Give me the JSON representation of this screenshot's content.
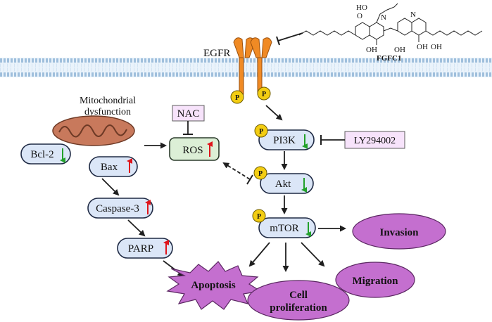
{
  "receptor": {
    "label": "EGFR"
  },
  "drug": {
    "label": "FGFC1",
    "atom_ho": "HO",
    "atom_o": "O",
    "atom_n": "N",
    "atom_oh": "OH"
  },
  "phospho_label": "P",
  "mito": {
    "line1": "Mitochondrial",
    "line2": "dysfunction"
  },
  "inhibitors": {
    "nac": "NAC",
    "ly": "LY294002"
  },
  "nodes": {
    "ros": "ROS",
    "bcl2": "Bcl-2",
    "bax": "Bax",
    "caspase3": "Caspase-3",
    "parp": "PARP",
    "pi3k": "PI3K",
    "akt": "Akt",
    "mtor": "mTOR"
  },
  "outcomes": {
    "apoptosis": "Apoptosis",
    "cell_line1": "Cell",
    "cell_line2": "proliferation",
    "migration": "Migration",
    "invasion": "Invasion"
  },
  "colors": {
    "up_arrow": "#e0141b",
    "down_arrow": "#22a12a",
    "membrane": "#b9d4ea",
    "receptor": "#f08a24",
    "inhibitor_box": "#f7e3fb",
    "ros_box": "#dcefd6",
    "outcome": "#c46fcf"
  },
  "regulation": {
    "ros": "up",
    "bcl2": "down",
    "bax": "up",
    "caspase3": "up",
    "parp": "up",
    "pi3k": "down",
    "akt": "down",
    "mtor": "down"
  }
}
